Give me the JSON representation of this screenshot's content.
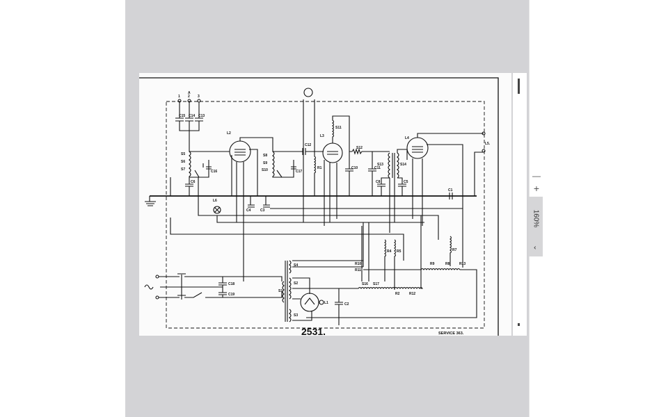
{
  "document": {
    "model_number": "2531.",
    "service_ref": "SERVICE 363.",
    "labels": {
      "antenna": "A",
      "t1": "1",
      "t2": "2",
      "t3": "3",
      "c15": "C15",
      "c14": "C14",
      "c13": "C13",
      "c16": "C16",
      "c17": "C17",
      "c6": "C6",
      "c12": "C12",
      "c10": "C10",
      "c11": "C11",
      "c8": "C8",
      "c5": "C5",
      "c1": "C1",
      "c4": "C4",
      "c3": "C3",
      "c18": "C18",
      "c19": "C19",
      "c2": "C2",
      "s5": "S5",
      "s6": "S6",
      "s7": "S7",
      "s8": "S8",
      "s9": "S9",
      "s10": "S10",
      "s11": "S11",
      "s12": "S12",
      "s13": "S13",
      "s14": "S14",
      "s1": "S1",
      "s2": "S2",
      "s3": "S3",
      "s4": "S4",
      "s16": "S16",
      "s17": "S17",
      "r1": "R1",
      "r2": "R2",
      "r4": "R4",
      "r5": "R5",
      "r7": "R7",
      "r8": "R8",
      "r9": "R9",
      "r10": "R10",
      "r11": "R11",
      "r12": "R12",
      "r13": "R13",
      "l1": "L1",
      "l2": "L2",
      "l3": "L3",
      "l4": "L4",
      "l5": "L5.",
      "l6": "L6",
      "mains": "~"
    }
  },
  "toolbar": {
    "zoom_out": "—",
    "zoom_in": "+",
    "zoom_level": "160%",
    "zoom_menu": "⌄"
  }
}
